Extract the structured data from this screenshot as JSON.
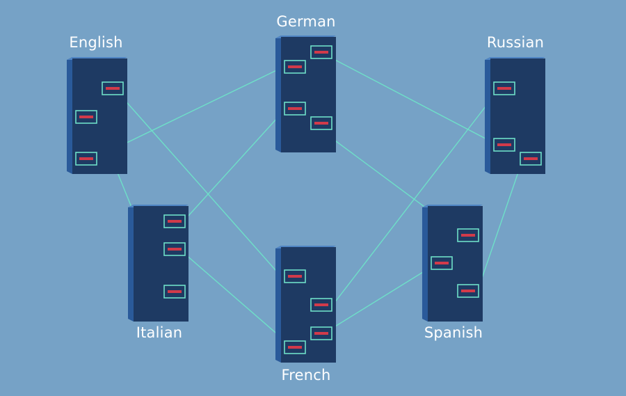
{
  "diagram": {
    "colors": {
      "background": "#76a2c6",
      "node_face": "#1e3a63",
      "node_side": "#2a5a9a",
      "node_top": "#4f85c4",
      "port_border": "#6ee0c8",
      "port_bar": "#d13a4a",
      "link": "#6ee0c8",
      "label": "#ffffff"
    },
    "nodes": [
      {
        "id": "english",
        "label": "English",
        "ports": 3
      },
      {
        "id": "german",
        "label": "German",
        "ports": 4
      },
      {
        "id": "russian",
        "label": "Russian",
        "ports": 3
      },
      {
        "id": "italian",
        "label": "Italian",
        "ports": 3
      },
      {
        "id": "french",
        "label": "French",
        "ports": 4
      },
      {
        "id": "spanish",
        "label": "Spanish",
        "ports": 3
      }
    ],
    "links": [
      {
        "from": "english",
        "to": "french"
      },
      {
        "from": "english",
        "to": "italian"
      },
      {
        "from": "english",
        "to": "german"
      },
      {
        "from": "german",
        "to": "italian"
      },
      {
        "from": "german",
        "to": "russian"
      },
      {
        "from": "german",
        "to": "spanish"
      },
      {
        "from": "italian",
        "to": "french"
      },
      {
        "from": "russian",
        "to": "french"
      },
      {
        "from": "russian",
        "to": "spanish"
      },
      {
        "from": "spanish",
        "to": "french"
      }
    ]
  }
}
